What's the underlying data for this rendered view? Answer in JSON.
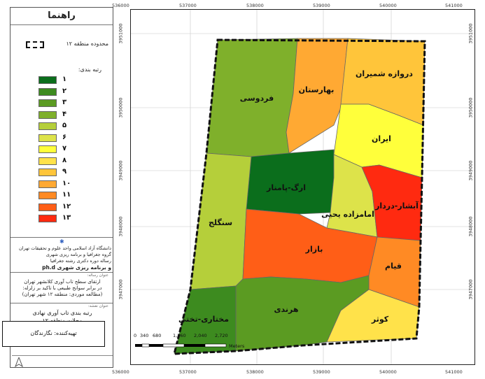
{
  "legend": {
    "title": "راهنما",
    "boundary_label": "محدوده منطقه ۱۲",
    "ranking_title": "رتبه بندی:",
    "classes": [
      {
        "label": "۱",
        "color": "#0b6e1c"
      },
      {
        "label": "۲",
        "color": "#3d8b1f"
      },
      {
        "label": "۳",
        "color": "#5b9b22"
      },
      {
        "label": "۴",
        "color": "#7fb02b"
      },
      {
        "label": "۵",
        "color": "#b5cf3a"
      },
      {
        "label": "۶",
        "color": "#dde34a"
      },
      {
        "label": "۷",
        "color": "#ffff3b"
      },
      {
        "label": "۸",
        "color": "#ffe24a"
      },
      {
        "label": "۹",
        "color": "#ffc53a"
      },
      {
        "label": "۱۰",
        "color": "#ffa933"
      },
      {
        "label": "۱۱",
        "color": "#ff8a24"
      },
      {
        "label": "۱۲",
        "color": "#ff5e17"
      },
      {
        "label": "۱۳",
        "color": "#ff2a10"
      }
    ],
    "institution_lines": [
      "دانشگاه آزاد اسلامی واحد علوم و تحقیقات تهران",
      "گروه جغرافیا و برنامه ریزی شهری",
      "رساله دوره دکتری رشته جغرافیا",
      "و برنامه ریزی شهری ph.d"
    ],
    "thesis_caption": "عنوان رساله:",
    "thesis_lines": [
      "ارتقای سطح تاب آوری کلانشهر تهران",
      "در برابر سوانح طبیعی با تاکید بر زلزله:",
      "(مطالعه موردی: منطقه ۱۲ شهر تهران)"
    ],
    "map_caption": "عنوان نقشه:",
    "map_title_lines": [
      "رتبه بندی تاب آوری نهادی",
      "محلات منطقه ۱۲"
    ],
    "preparer": "تهیه‌کننده: نگارندگان"
  },
  "map": {
    "x_ticks": [
      "536000",
      "537000",
      "538000",
      "539000",
      "540000",
      "541000"
    ],
    "y_ticks": [
      "3951000",
      "3950000",
      "3949000",
      "3948000",
      "3947000"
    ],
    "neighborhoods": [
      {
        "name": "فردوسی",
        "color": "#7fb02b"
      },
      {
        "name": "بهارستان",
        "color": "#ffa933"
      },
      {
        "name": "دروازه شمیران",
        "color": "#ffc53a"
      },
      {
        "name": "ایران",
        "color": "#ffff3b"
      },
      {
        "name": "ارگ-پامنار",
        "color": "#0b6e1c"
      },
      {
        "name": "امامزاده یحیی",
        "color": "#dde34a"
      },
      {
        "name": "آبشار-دردار",
        "color": "#ff2a10"
      },
      {
        "name": "سنگلج",
        "color": "#b5cf3a"
      },
      {
        "name": "بازار",
        "color": "#ff5e17"
      },
      {
        "name": "قیام",
        "color": "#ff8a24"
      },
      {
        "name": "هرندی",
        "color": "#5b9b22"
      },
      {
        "name": "مختاری-تختی",
        "color": "#3d8b1f"
      },
      {
        "name": "کوثر",
        "color": "#ffe24a"
      }
    ],
    "scale_labels": [
      "0",
      "340",
      "680",
      "1,360",
      "2,040",
      "2,720"
    ],
    "scale_unit": "Meters"
  }
}
